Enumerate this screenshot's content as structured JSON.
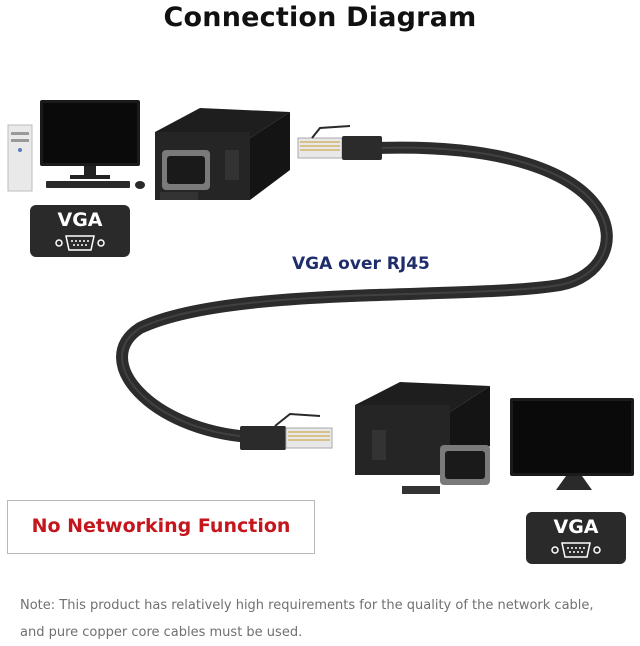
{
  "title": "Connection Diagram",
  "source_badge": {
    "label": "VGA"
  },
  "display_badge": {
    "label": "VGA"
  },
  "cable_label": "VGA over RJ45",
  "warning": "No Networking Function",
  "note": {
    "line1": "Note: This product has relatively high requirements for the quality of the network cable,",
    "line2": "and pure copper core cables must be used."
  },
  "colors": {
    "title": "#111111",
    "cable_label": "#1f2d6b",
    "warning": "#c4161c",
    "note": "#707070",
    "badge": "#2a2a2a"
  },
  "icons": [
    "computer-tower-icon",
    "monitor-icon",
    "keyboard-icon",
    "mouse-icon",
    "vga-port-icon",
    "rj45-plug-icon",
    "vga-adapter-icon"
  ]
}
